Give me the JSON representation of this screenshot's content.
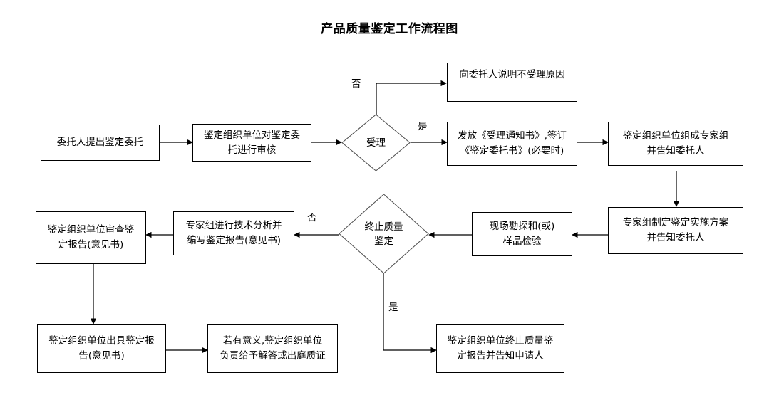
{
  "title": "产品质量鉴定工作流程图",
  "colors": {
    "background": "#ffffff",
    "stroke": "#000000",
    "text": "#000000"
  },
  "nodes": {
    "n1": {
      "label": "委托人提出鉴定委托",
      "shape": "rect"
    },
    "n2": {
      "label": "鉴定组织单位对鉴定委\n托进行审核",
      "shape": "rect"
    },
    "d1": {
      "label": "受理",
      "shape": "diamond"
    },
    "n3": {
      "label": "向委托人说明不受理原因",
      "shape": "rect"
    },
    "n4": {
      "label": "发放《受理通知书》,签订\n《鉴定委托书》(必要时)",
      "shape": "rect"
    },
    "n5": {
      "label": "鉴定组织单位组成专家组\n并告知委托人",
      "shape": "rect"
    },
    "n6": {
      "label": "专家组制定鉴定实施方案\n并告知委托人",
      "shape": "rect"
    },
    "n7": {
      "label": "现场勘探和(或)\n样品检验",
      "shape": "rect"
    },
    "d2": {
      "label": "终止质量\n鉴定",
      "shape": "diamond"
    },
    "n8": {
      "label": "专家组进行技术分析并\n编写鉴定报告(意见书)",
      "shape": "rect"
    },
    "n9": {
      "label": "鉴定组织单位审查鉴\n定报告(意见书)",
      "shape": "rect"
    },
    "n10": {
      "label": "鉴定组织单位出具鉴定报\n告(意见书)",
      "shape": "rect"
    },
    "n11": {
      "label": "若有意义,鉴定组织单位\n负责给予解答或出庭质证",
      "shape": "rect"
    },
    "n12": {
      "label": "鉴定组织单位终止质量鉴\n定报告并告知申请人",
      "shape": "rect"
    }
  },
  "edge_labels": {
    "d1_no": "否",
    "d1_yes": "是",
    "d2_no": "否",
    "d2_yes": "是"
  }
}
